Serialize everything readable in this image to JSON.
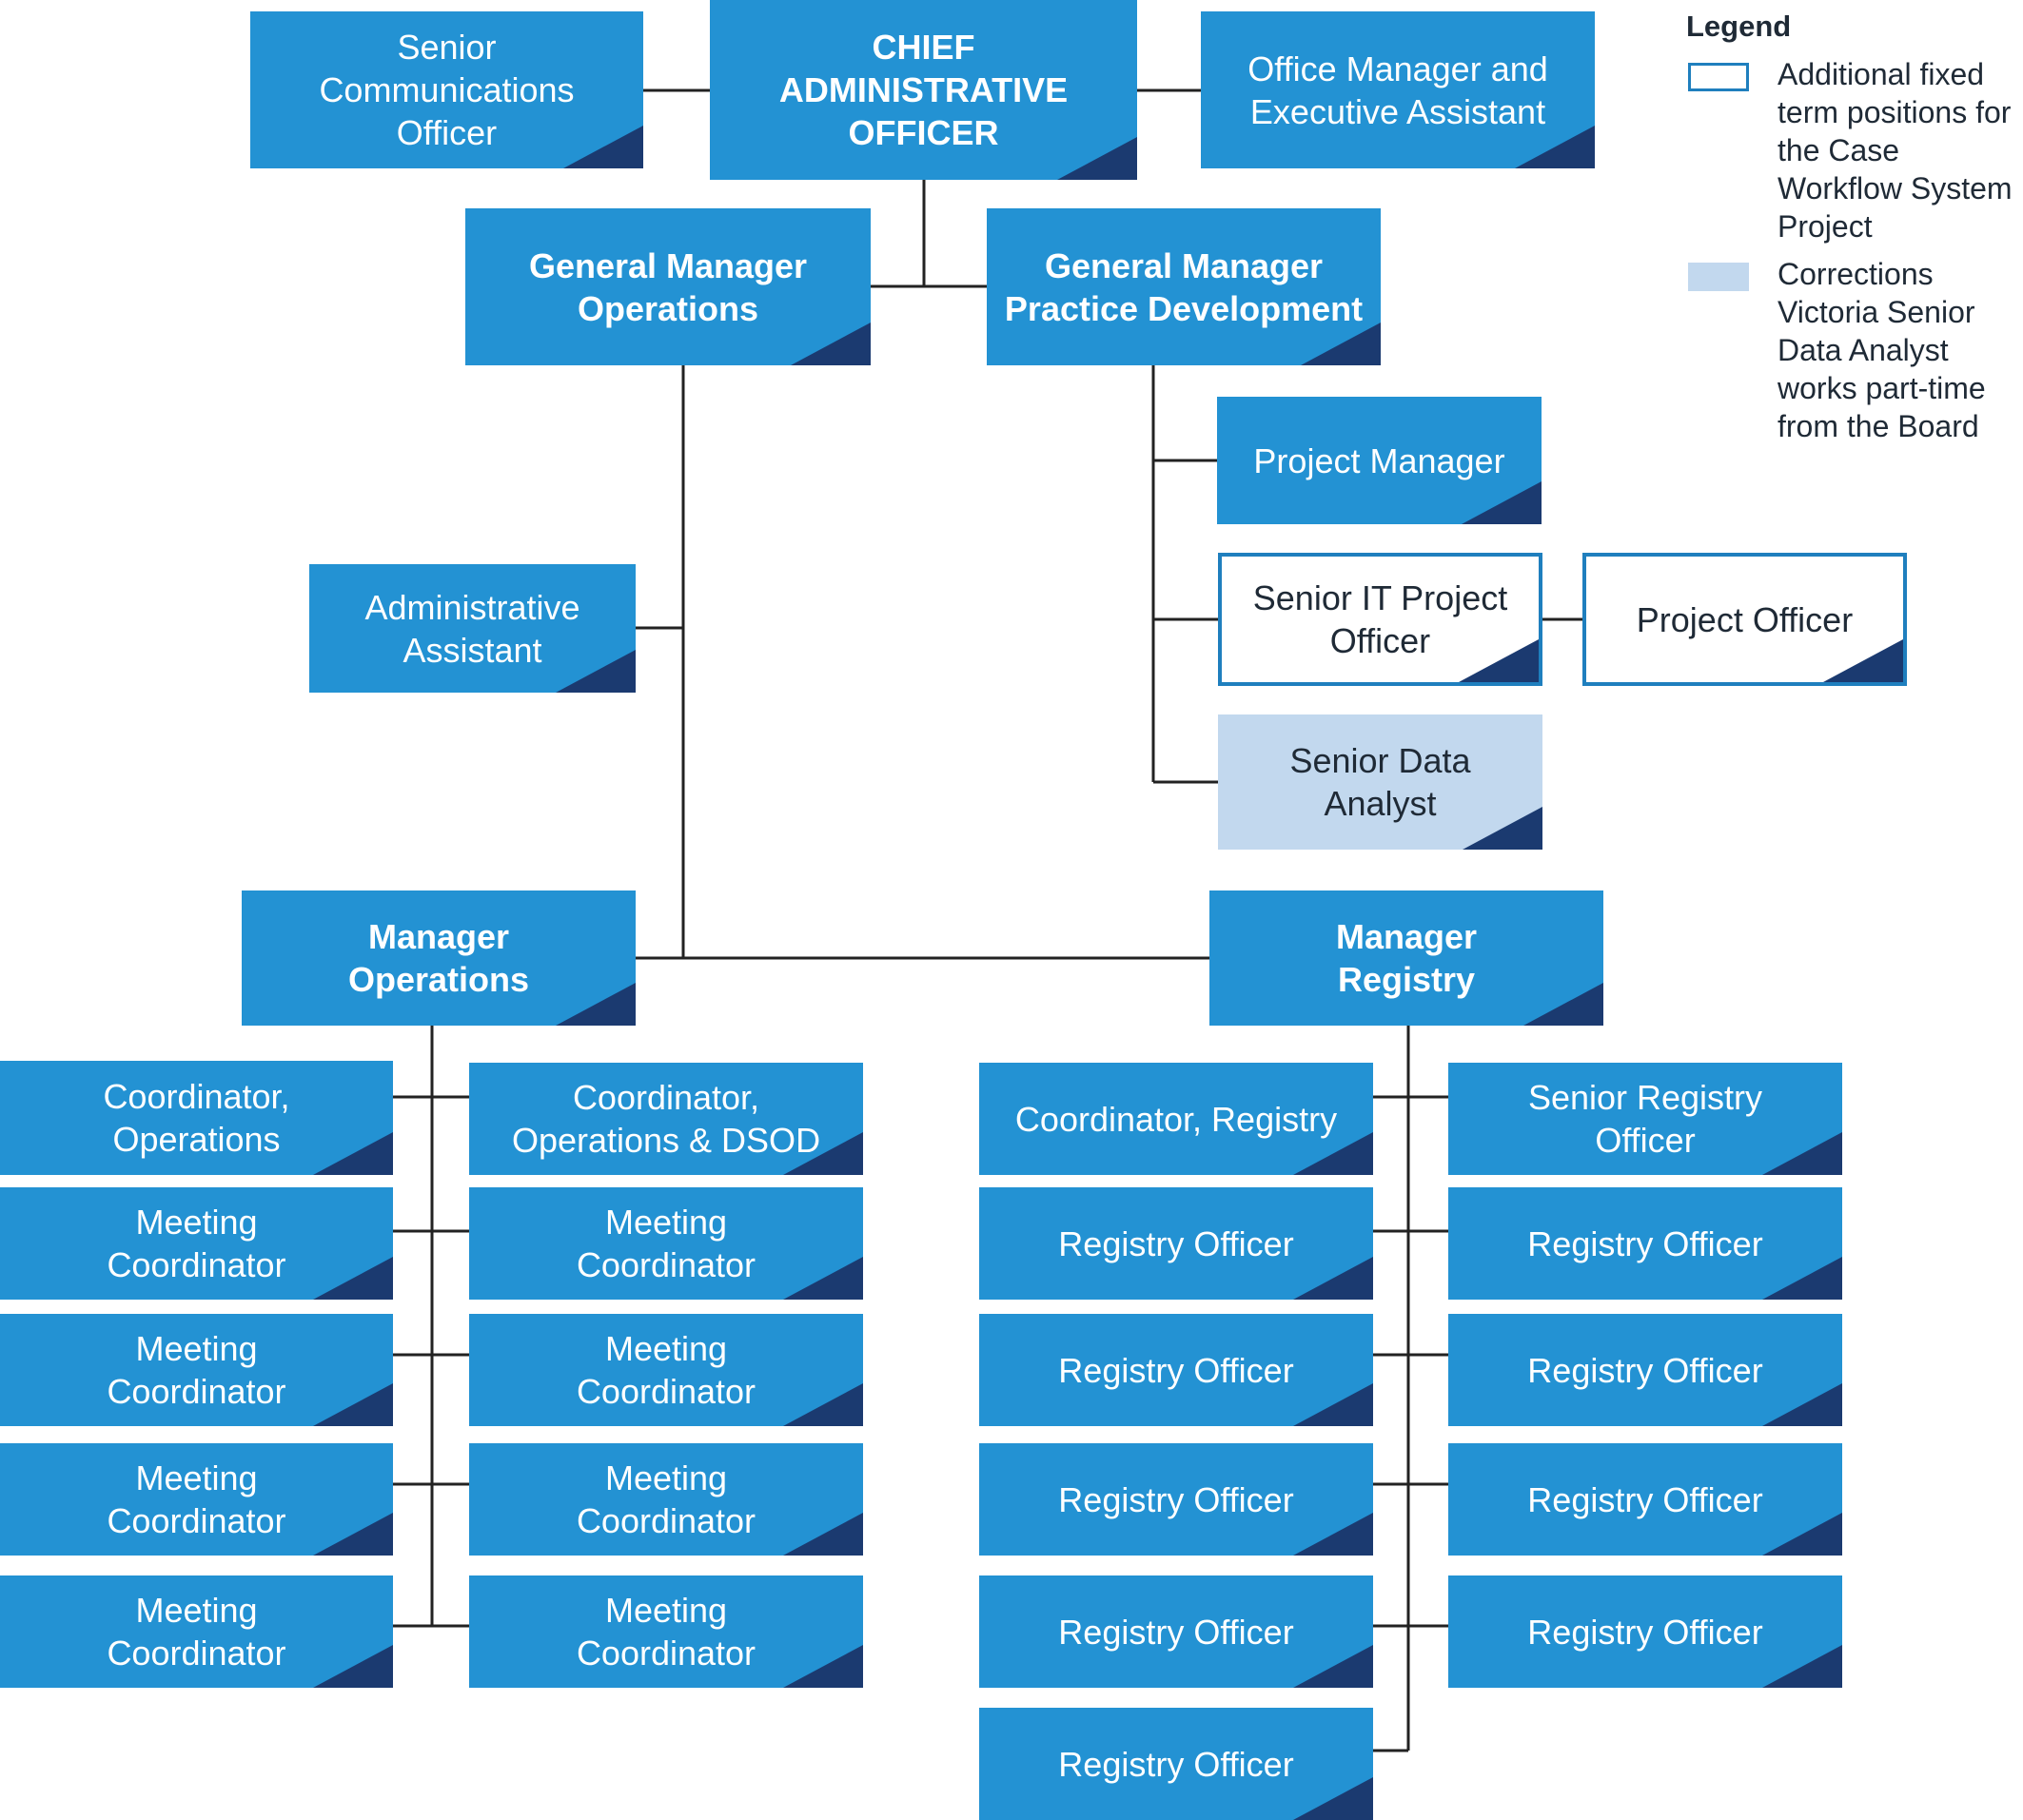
{
  "legend": {
    "title": "Legend",
    "items": [
      {
        "style": "outline",
        "text": "Additional fixed term positions for the Case Workflow System Project"
      },
      {
        "style": "light",
        "text": "Corrections Victoria Senior Data Analyst works part-time from the Board"
      }
    ]
  },
  "colors": {
    "box_fill": "#2392d3",
    "corner_accent": "#1b3a70",
    "outline_border": "#1f7fbe",
    "light_fill": "#c2d8ee",
    "connector": "#222222"
  },
  "nodes": [
    {
      "id": "senior-communications-officer",
      "label": "Senior\nCommunications\nOfficer",
      "style": "normal"
    },
    {
      "id": "chief-administrative-officer",
      "label": "CHIEF\nADMINISTRATIVE\nOFFICER",
      "style": "bold"
    },
    {
      "id": "office-manager-executive-assistant",
      "label": "Office Manager and\nExecutive Assistant",
      "style": "normal"
    },
    {
      "id": "general-manager-operations",
      "label": "General Manager\nOperations",
      "style": "bold"
    },
    {
      "id": "general-manager-practice-development",
      "label": "General Manager\nPractice Development",
      "style": "bold"
    },
    {
      "id": "project-manager",
      "label": "Project Manager",
      "style": "normal"
    },
    {
      "id": "senior-it-project-officer",
      "label": "Senior IT Project\nOfficer",
      "style": "outline"
    },
    {
      "id": "project-officer",
      "label": "Project Officer",
      "style": "outline"
    },
    {
      "id": "senior-data-analyst",
      "label": "Senior Data\nAnalyst",
      "style": "light"
    },
    {
      "id": "administrative-assistant",
      "label": "Administrative\nAssistant",
      "style": "normal"
    },
    {
      "id": "manager-operations",
      "label": "Manager\nOperations",
      "style": "bold"
    },
    {
      "id": "manager-registry",
      "label": "Manager\nRegistry",
      "style": "bold"
    },
    {
      "id": "coordinator-operations",
      "label": "Coordinator,\nOperations",
      "style": "normal"
    },
    {
      "id": "coordinator-operations-dsod",
      "label": "Coordinator,\nOperations & DSOD",
      "style": "normal"
    },
    {
      "id": "meeting-coordinator-l1",
      "label": "Meeting\nCoordinator",
      "style": "normal"
    },
    {
      "id": "meeting-coordinator-r1",
      "label": "Meeting\nCoordinator",
      "style": "normal"
    },
    {
      "id": "meeting-coordinator-l2",
      "label": "Meeting\nCoordinator",
      "style": "normal"
    },
    {
      "id": "meeting-coordinator-r2",
      "label": "Meeting\nCoordinator",
      "style": "normal"
    },
    {
      "id": "meeting-coordinator-l3",
      "label": "Meeting\nCoordinator",
      "style": "normal"
    },
    {
      "id": "meeting-coordinator-r3",
      "label": "Meeting\nCoordinator",
      "style": "normal"
    },
    {
      "id": "meeting-coordinator-l4",
      "label": "Meeting\nCoordinator",
      "style": "normal"
    },
    {
      "id": "meeting-coordinator-r4",
      "label": "Meeting\nCoordinator",
      "style": "normal"
    },
    {
      "id": "coordinator-registry",
      "label": "Coordinator, Registry",
      "style": "normal"
    },
    {
      "id": "senior-registry-officer",
      "label": "Senior Registry\nOfficer",
      "style": "normal"
    },
    {
      "id": "registry-officer-l1",
      "label": "Registry Officer",
      "style": "normal"
    },
    {
      "id": "registry-officer-r1",
      "label": "Registry Officer",
      "style": "normal"
    },
    {
      "id": "registry-officer-l2",
      "label": "Registry Officer",
      "style": "normal"
    },
    {
      "id": "registry-officer-r2",
      "label": "Registry Officer",
      "style": "normal"
    },
    {
      "id": "registry-officer-l3",
      "label": "Registry Officer",
      "style": "normal"
    },
    {
      "id": "registry-officer-r3",
      "label": "Registry Officer",
      "style": "normal"
    },
    {
      "id": "registry-officer-l4",
      "label": "Registry Officer",
      "style": "normal"
    },
    {
      "id": "registry-officer-r4",
      "label": "Registry Officer",
      "style": "normal"
    },
    {
      "id": "registry-officer-l5",
      "label": "Registry Officer",
      "style": "normal"
    }
  ]
}
